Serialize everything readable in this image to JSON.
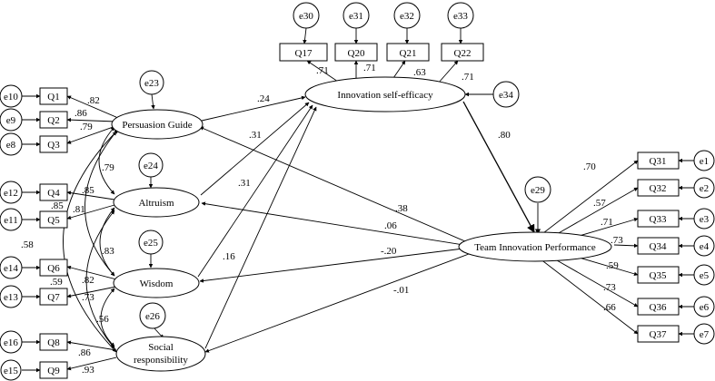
{
  "latents": {
    "persuasion": "Persuasion Guide",
    "altruism": "Altruism",
    "wisdom": "Wisdom",
    "social_1": "Social",
    "social_2": "responsibility",
    "efficacy": "Innovation self-efficacy",
    "performance": "Team Innovation Performance"
  },
  "indicators": [
    "Q1",
    "Q2",
    "Q3",
    "Q4",
    "Q5",
    "Q6",
    "Q7",
    "Q8",
    "Q9",
    "Q17",
    "Q20",
    "Q21",
    "Q22",
    "Q31",
    "Q32",
    "Q33",
    "Q34",
    "Q35",
    "Q36",
    "Q37"
  ],
  "errors": [
    "e10",
    "e9",
    "e8",
    "e12",
    "e11",
    "e14",
    "e13",
    "e16",
    "e15",
    "e30",
    "e31",
    "e32",
    "e33",
    "e23",
    "e24",
    "e25",
    "e26",
    "e29",
    "e34",
    "e1",
    "e2",
    "e3",
    "e4",
    "e5",
    "e6",
    "e7"
  ],
  "loadings": {
    "q1": ".82",
    "q2": ".86",
    "q3": ".79",
    "q4": ".85",
    "q5": ".81",
    "q6": ".82",
    "q7": ".73",
    "q8": ".86",
    "q9": ".93",
    "q17": ".71",
    "q20": ".71",
    "q21": ".63",
    "q22": ".71",
    "q31": ".70",
    "q32": ".57",
    "q33": ".71",
    "q34": ".73",
    "q35": ".59",
    "q36": ".73",
    "q37": ".66"
  },
  "paths": {
    "persuasion_efficacy": ".24",
    "altruism_efficacy": ".31",
    "wisdom_efficacy": ".31",
    "social_efficacy": ".16",
    "efficacy_performance": ".80",
    "performance_persuasion": ".38",
    "performance_altruism": ".06",
    "performance_wisdom": "-.20",
    "performance_social": "-.01"
  },
  "correlations": {
    "persuasion_altruism": ".79",
    "altruism_wisdom": ".83",
    "wisdom_social": ".56",
    "altruism_social": ".59",
    "persuasion_wisdom": ".85",
    "persuasion_social": ".58"
  }
}
